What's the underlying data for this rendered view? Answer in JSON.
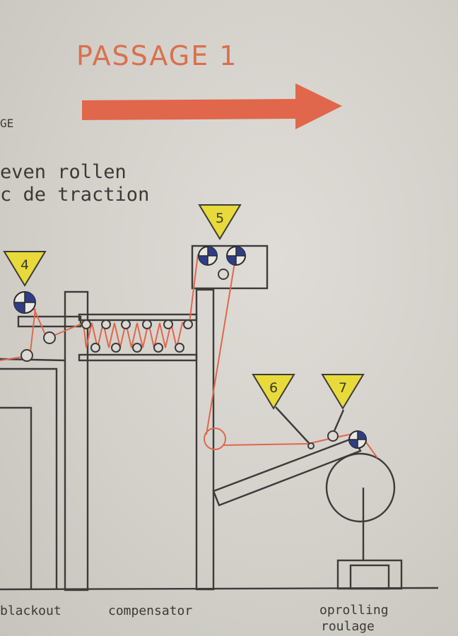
{
  "diagram": {
    "title": "PASSAGE 1",
    "cut_label": "GE",
    "heading_line1": "even rollen",
    "heading_line2": "c de traction",
    "markers": [
      "4",
      "5",
      "6",
      "7"
    ],
    "section_labels": {
      "blackout": "blackout",
      "compensator": "compensator",
      "oprolling": "oprolling",
      "roulage": "roulage"
    },
    "colors": {
      "title": "#d9704f",
      "arrow": "#e0674b",
      "web": "#e0674b",
      "marker": "#e8da3a",
      "roller_quarter": "#2e3d86",
      "line": "#3c3b39"
    }
  }
}
